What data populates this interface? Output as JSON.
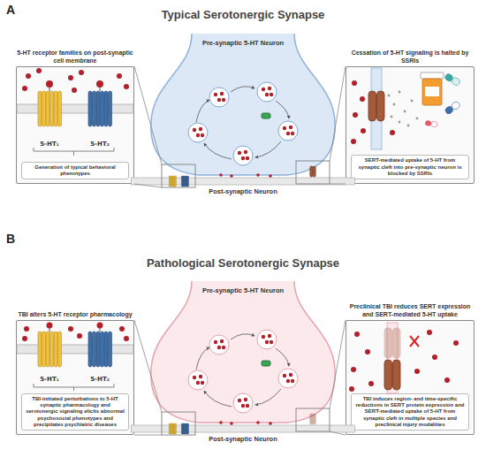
{
  "diagram": {
    "nodes": [
      {
        "text": [
          "Pre-synaptic 5-HT Neuron"
        ]
      },
      {
        "text": [
          "5-HT receptor families on post-synaptic cell membrane",
          "5-HT₁",
          "5-HT₂",
          "Generation of typical behavioral phenotypes"
        ]
      },
      {
        "text": [
          "Cessation of 5-HT signaling is halted by SSRIs",
          "SERT-mediated uptake of 5-HT from synaptic cleft into pre-synaptic neuron is blocked by SSRIs"
        ]
      },
      {
        "text": [
          "Post-synaptic Neuron"
        ]
      },
      {
        "text": [
          "Pre-synaptic 5-HT Neuron"
        ]
      },
      {
        "text": [
          "TBI alters 5-HT receptor pharmacology",
          "5-HT₁",
          "5-HT₂",
          "TBI-initiated perturbations to 5-HT synaptic pharmacology and serotonergic signaling elicits abnormal psychosocial phenotypes and precipitates psychiatric diseases"
        ]
      },
      {
        "text": [
          "Preclinical TBI reduces SERT expression and SERT-mediated 5-HT uptake",
          "TBI induces region- and time-specific reductions in SERT protein expression and SERT-mediated uptake of 5-HT from synaptic cleft in multiple species and preclinical injury modalities"
        ]
      },
      {
        "text": [
          "Post-synaptic Neuron"
        ]
      }
    ],
    "labels": [
      "A",
      "Typical Serotonergic Synapse",
      "B",
      "Pathological Serotonergic Synapse"
    ]
  }
}
